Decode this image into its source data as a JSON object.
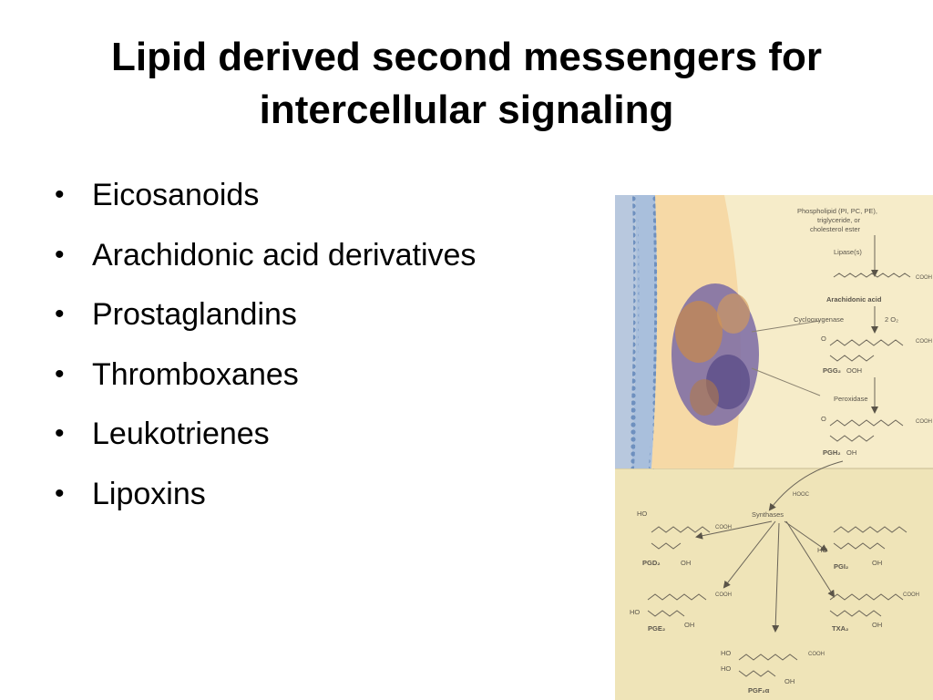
{
  "slide": {
    "title_line1": "Lipid derived second messengers for",
    "title_line2": "intercellular signaling",
    "bullets": [
      "Eicosanoids",
      "Arachidonic acid derivatives",
      "Prostaglandins",
      "Thromboxanes",
      "Leukotrienes",
      "Lipoxins"
    ]
  },
  "figure": {
    "labels": {
      "source": [
        "Phospholipid (PI, PC, PE),",
        "triglyceride, or",
        "cholesterol ester"
      ],
      "lipase": "Lipase(s)",
      "arachidonic": "Arachidonic acid",
      "cox": "Cyclooxygenase",
      "o2": "2 O₂",
      "pgg2": "PGG₂",
      "peroxidase": "Peroxidase",
      "pgh2": "PGH₂",
      "synthases": "Synthases",
      "pgd2": "PGD₂",
      "pgi2": "PGI₂",
      "pge2": "PGE₂",
      "txa2": "TXA₂",
      "pgf2a": "PGF₂α",
      "cooh": "COOH",
      "hooc": "HOOC",
      "oh": "OH",
      "ho": "HO",
      "ooh": "OOH",
      "o": "O"
    },
    "colors": {
      "bg": "#f3e7bf",
      "membrane": "#a9bfdc",
      "cytosol": "#f6d9a6",
      "enzyme": "#6a5a9a",
      "line": "#8a8270",
      "text": "#5b564c"
    }
  }
}
